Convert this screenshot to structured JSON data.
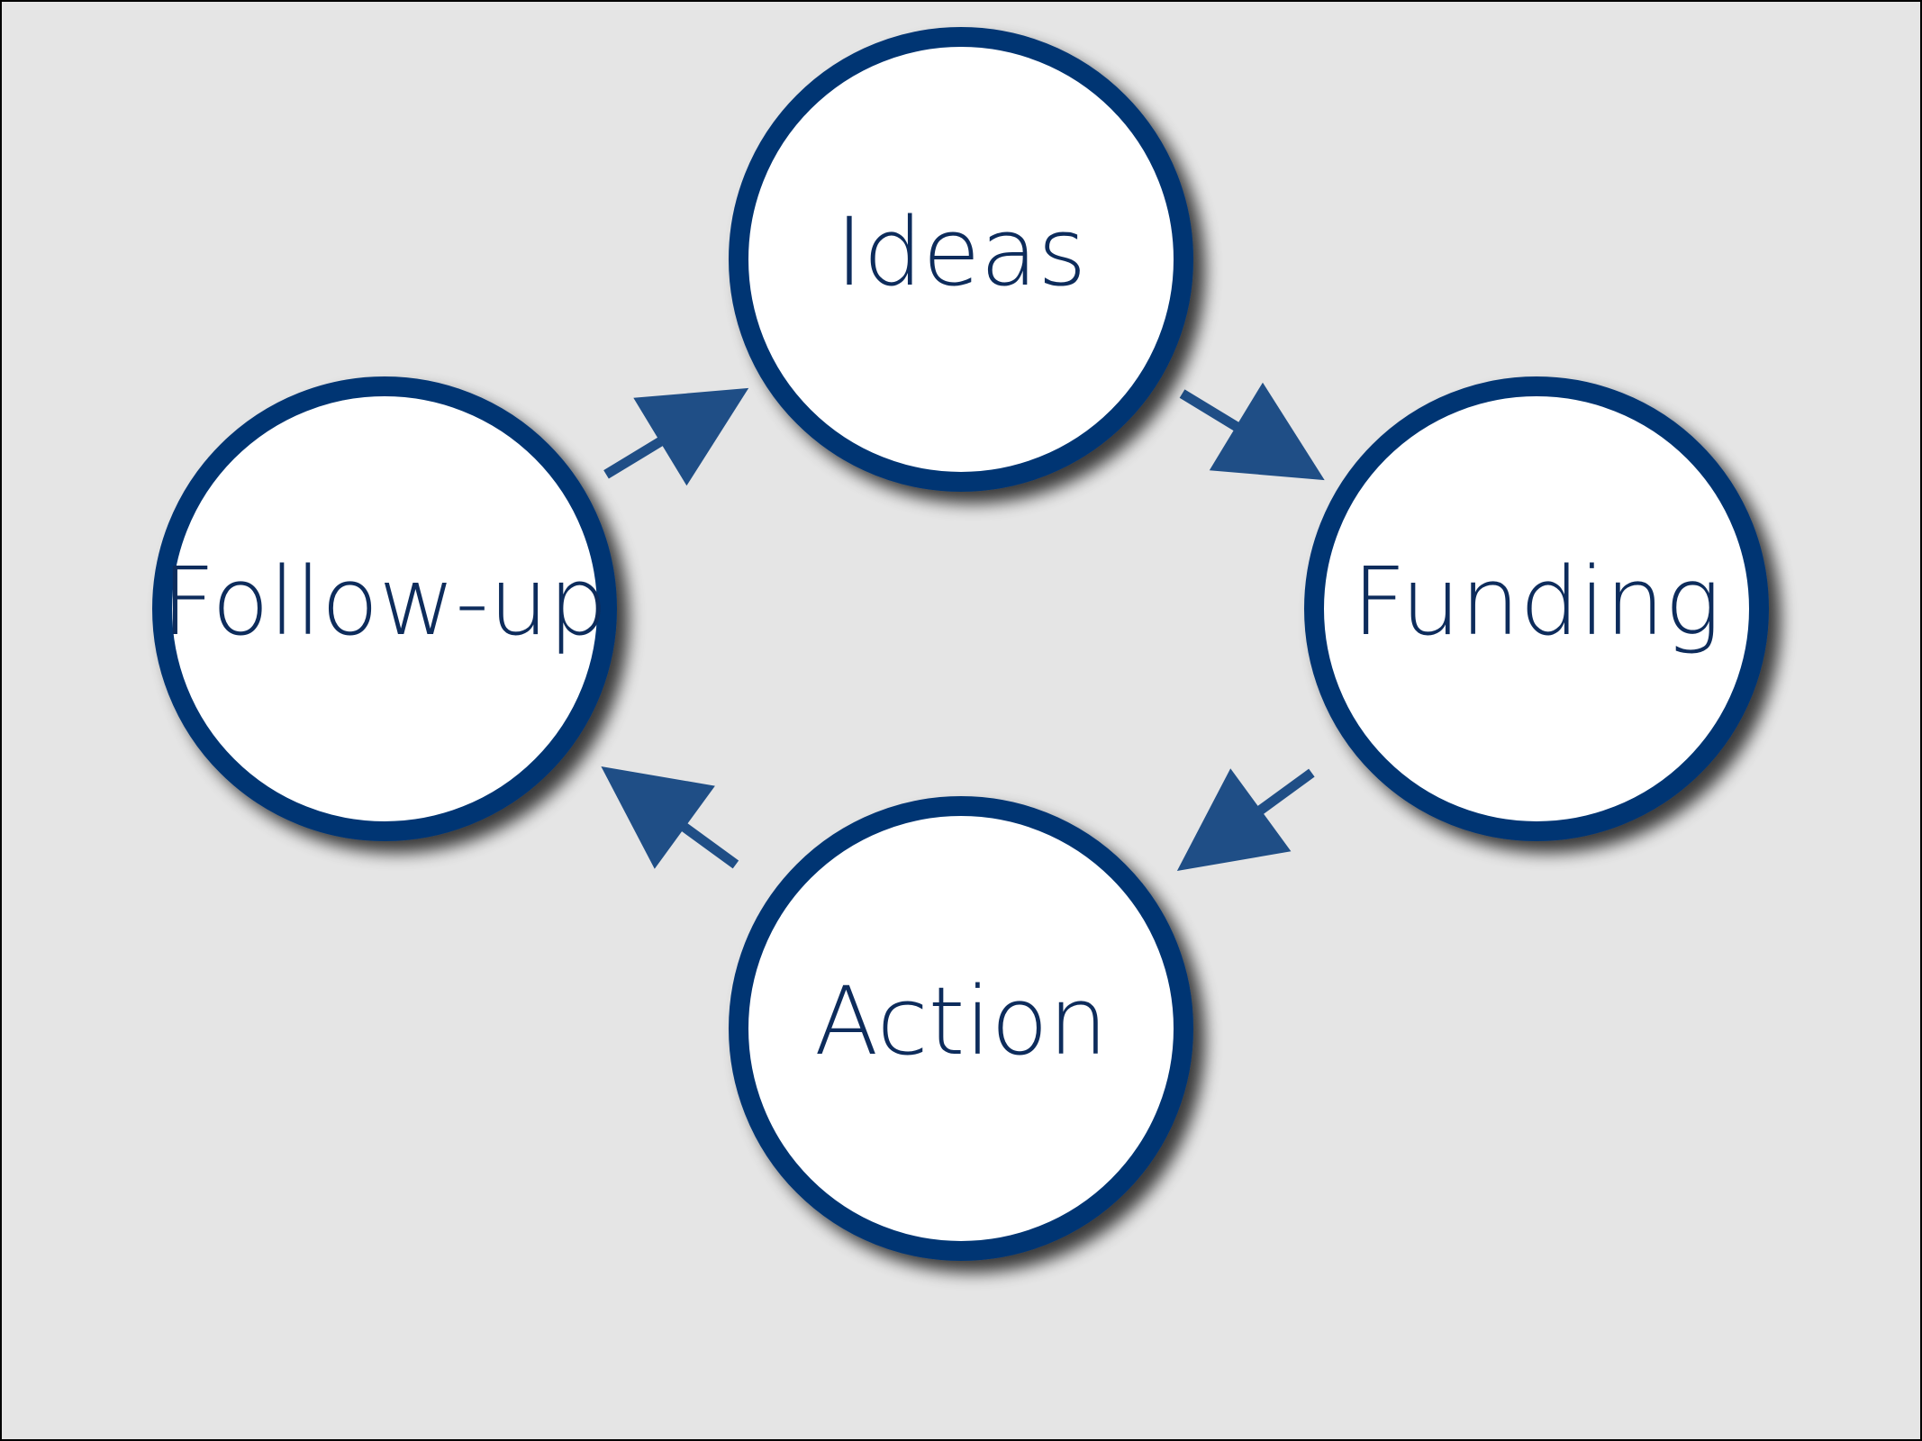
{
  "diagram": {
    "type": "cycle",
    "colors": {
      "background": "#e5e5e5",
      "frame": "#000000",
      "ring": "#003673",
      "fill": "#ffffff",
      "arrow": "#1f4e86",
      "text": "#0d2c5c"
    },
    "nodes": [
      {
        "id": "ideas",
        "label": "Ideas"
      },
      {
        "id": "funding",
        "label": "Funding"
      },
      {
        "id": "action",
        "label": "Action"
      },
      {
        "id": "follow-up",
        "label": "Follow-up"
      }
    ],
    "edges": [
      {
        "from": "ideas",
        "to": "funding"
      },
      {
        "from": "funding",
        "to": "action"
      },
      {
        "from": "action",
        "to": "follow-up"
      },
      {
        "from": "follow-up",
        "to": "ideas"
      }
    ]
  }
}
